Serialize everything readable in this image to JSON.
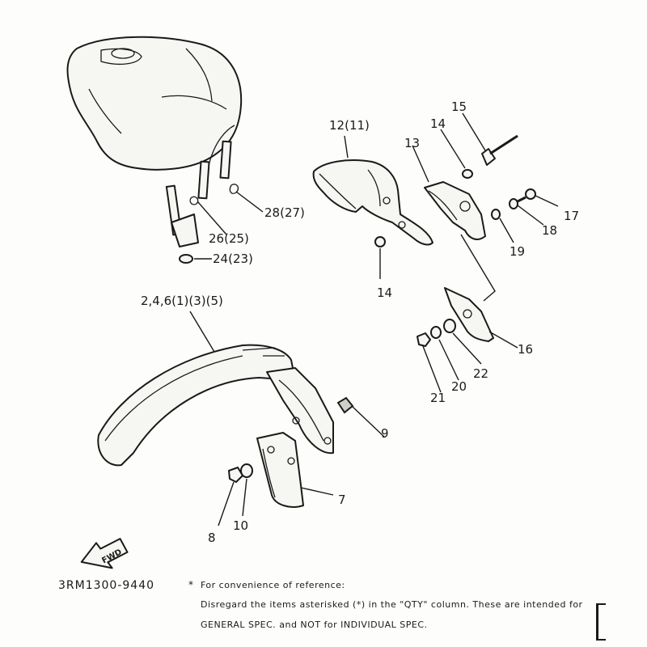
{
  "callouts": {
    "c12_11": "12(11)",
    "c13": "13",
    "c14a": "14",
    "c15": "15",
    "c17": "17",
    "c18": "18",
    "c19": "19",
    "c14b": "14",
    "c16": "16",
    "c22": "22",
    "c20": "20",
    "c21": "21",
    "c28_27": "28(27)",
    "c26_25": "26(25)",
    "c24_23": "24(23)",
    "c2_4_6": "2,4,6(1)(3)(5)",
    "c9": "9",
    "c7": "7",
    "c10": "10",
    "c8": "8"
  },
  "fwd_label": "FWD",
  "footer": {
    "part_number": "3RM1300-9440",
    "asterisk": "*",
    "note_line1": "For convenience of reference:",
    "note_line2": "Disregard the items asterisked (*) in the \"QTY\" column.  These are intended for",
    "note_line3": "GENERAL SPEC. and NOT for INDIVIDUAL SPEC."
  }
}
